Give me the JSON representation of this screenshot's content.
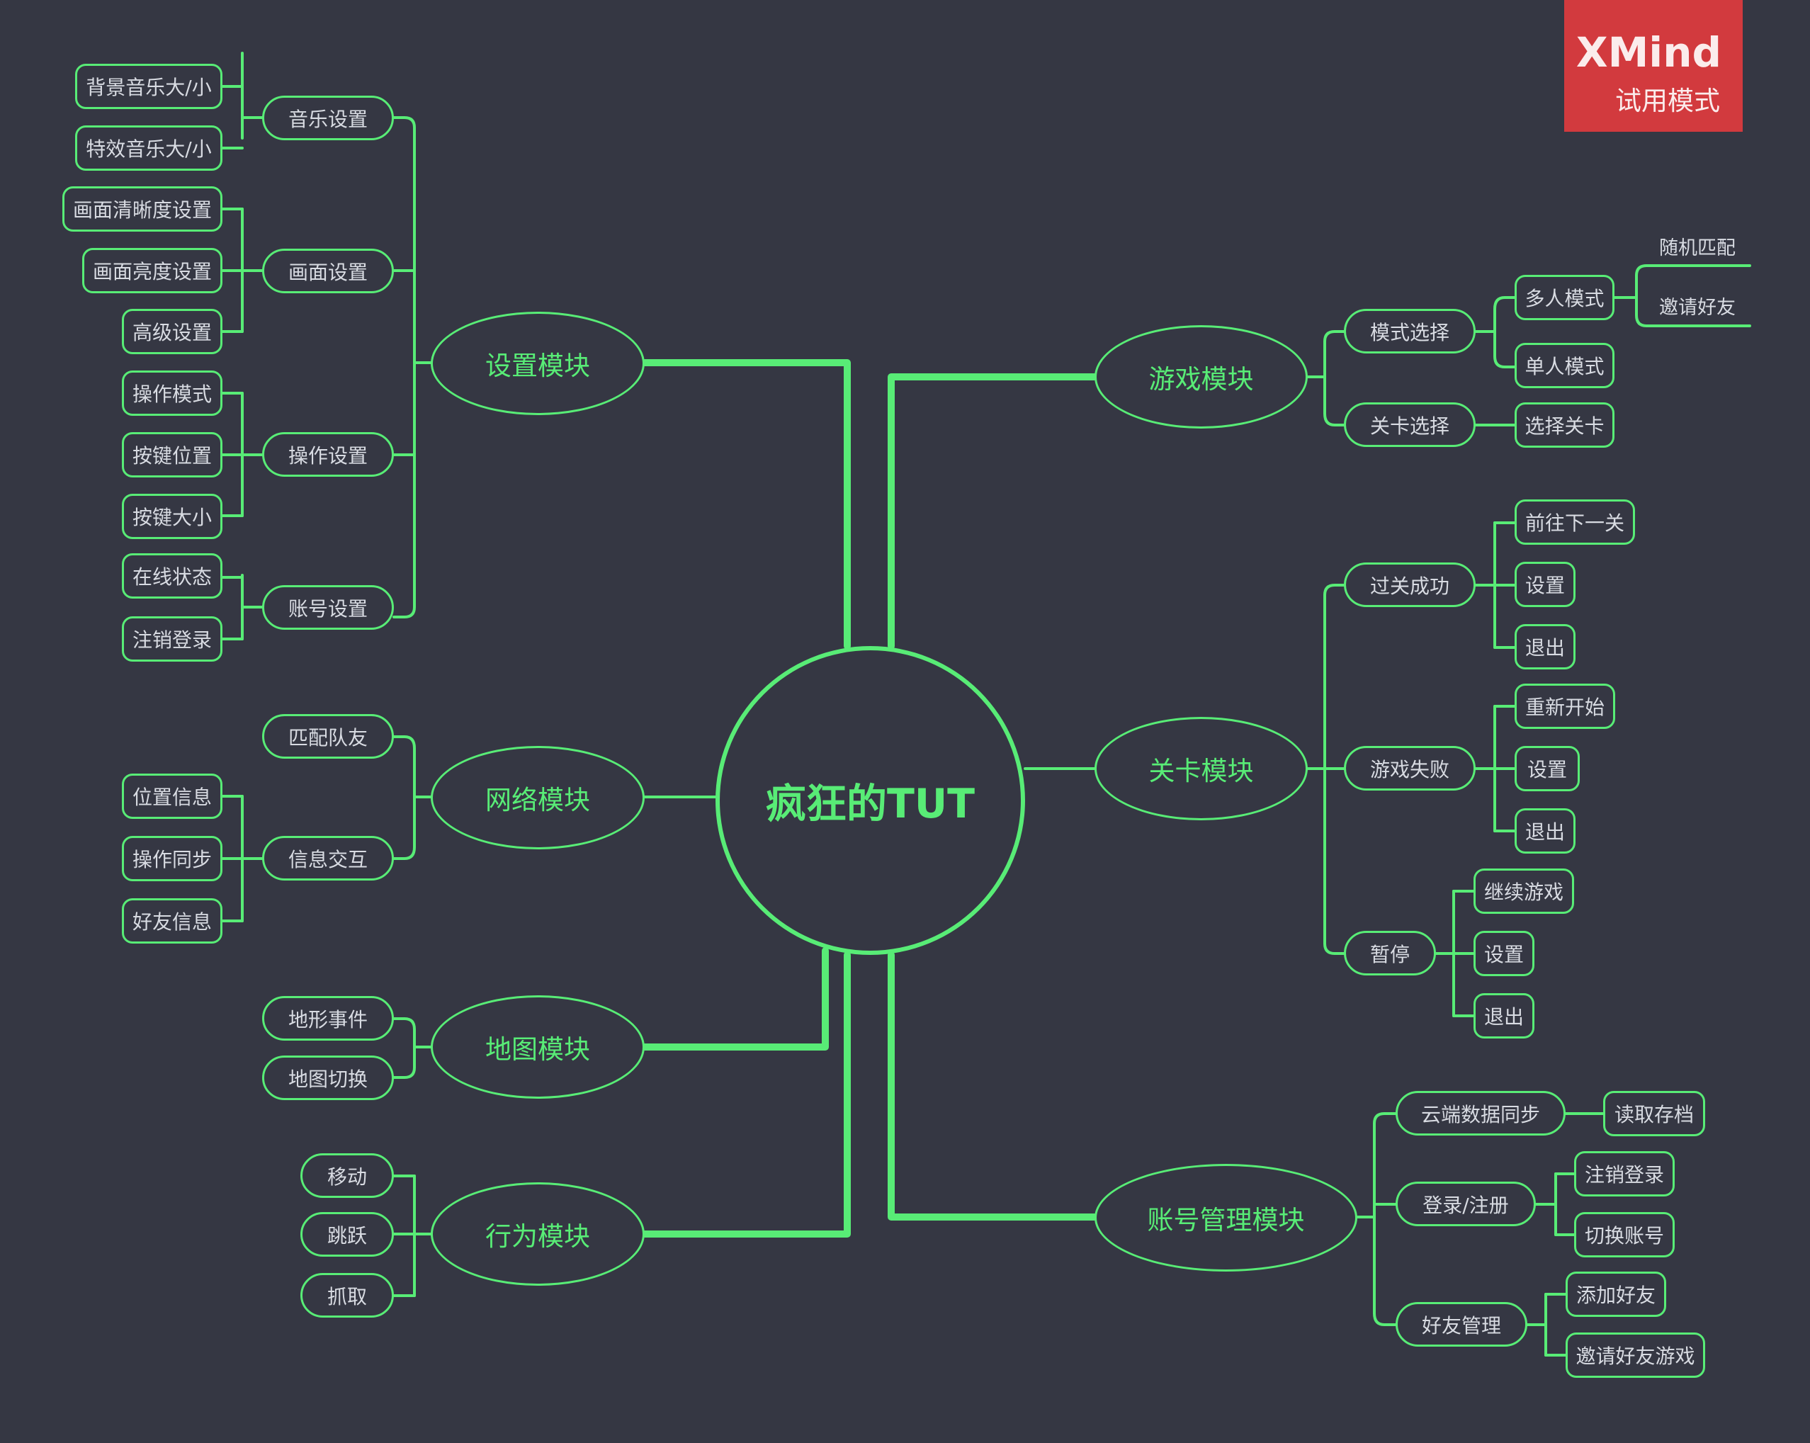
{
  "watermark": {
    "brand": "XMind",
    "mode": "试用模式"
  },
  "root": "疯狂的TUT",
  "modules": {
    "settings": {
      "label": "设置模块",
      "music": {
        "label": "音乐设置",
        "bgm": "背景音乐大/小",
        "sfx": "特效音乐大/小"
      },
      "display": {
        "label": "画面设置",
        "clarity": "画面清晰度设置",
        "brightness": "画面亮度设置",
        "advanced": "高级设置"
      },
      "controls": {
        "label": "操作设置",
        "mode": "操作模式",
        "key_pos": "按键位置",
        "key_size": "按键大小"
      },
      "account": {
        "label": "账号设置",
        "online": "在线状态",
        "logout": "注销登录"
      }
    },
    "network": {
      "label": "网络模块",
      "match": {
        "label": "匹配队友"
      },
      "interact": {
        "label": "信息交互",
        "position": "位置信息",
        "sync": "操作同步",
        "friends": "好友信息"
      }
    },
    "map": {
      "label": "地图模块",
      "terrain": "地形事件",
      "switch": "地图切换"
    },
    "behavior": {
      "label": "行为模块",
      "move": "移动",
      "jump": "跳跃",
      "grab": "抓取"
    },
    "game": {
      "label": "游戏模块",
      "mode_select": {
        "label": "模式选择",
        "multi": {
          "label": "多人模式",
          "random": "随机匹配",
          "invite": "邀请好友"
        },
        "single": "单人模式"
      },
      "level_select": {
        "label": "关卡选择",
        "choose": "选择关卡"
      }
    },
    "level": {
      "label": "关卡模块",
      "success": {
        "label": "过关成功",
        "next": "前往下一关",
        "settings": "设置",
        "exit": "退出"
      },
      "fail": {
        "label": "游戏失败",
        "restart": "重新开始",
        "settings": "设置",
        "exit": "退出"
      },
      "pause": {
        "label": "暂停",
        "resume": "继续游戏",
        "settings": "设置",
        "exit": "退出"
      }
    },
    "accounts": {
      "label": "账号管理模块",
      "cloud": {
        "label": "云端数据同步",
        "load": "读取存档"
      },
      "login": {
        "label": "登录/注册",
        "logout": "注销登录",
        "switch": "切换账号"
      },
      "friends": {
        "label": "好友管理",
        "add": "添加好友",
        "invite": "邀请好友游戏"
      }
    }
  }
}
